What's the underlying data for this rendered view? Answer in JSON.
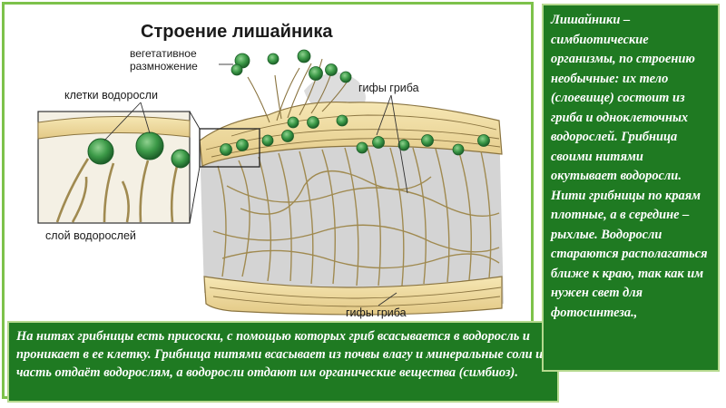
{
  "diagram": {
    "title": "Строение лишайника",
    "labels": {
      "vegetative_line1": "вегетативное",
      "vegetative_line2": "размножение",
      "algae_cells": "клетки водоросли",
      "algae_layer": "слой водорослей",
      "fungal_hyphae_top": "гифы гриба",
      "fungal_hyphae_bottom": "гифы гриба"
    }
  },
  "bottom_text": "На нитях грибницы есть присоски, с помощью которых гриб всасывается в водоросль и проникает в ее клетку. Грибница нитями всасывает из почвы влагу и минеральные соли и часть отдаёт водорослям, а водоросли отдают им органические вещества (симбиоз).",
  "right_text": "Лишайники – симбиотические организмы, по строению необычные: их тело (слоевище) состоит из гриба и одноклеточных водорослей. Грибница своими нитями окутывает водоросли. Нити грибницы по краям плотные, а в середине – рыхлые. Водоросли стараются располагаться ближе к краю, так как им нужен свет для фотосинтеза.,",
  "colors": {
    "frame_border": "#7dc24b",
    "box_background": "#1f7a22",
    "box_border": "#b5d98e",
    "hyphae_fill": "#f2dfa0",
    "hyphae_stroke": "#8a7440",
    "algae_cell": "#3c9a48"
  }
}
